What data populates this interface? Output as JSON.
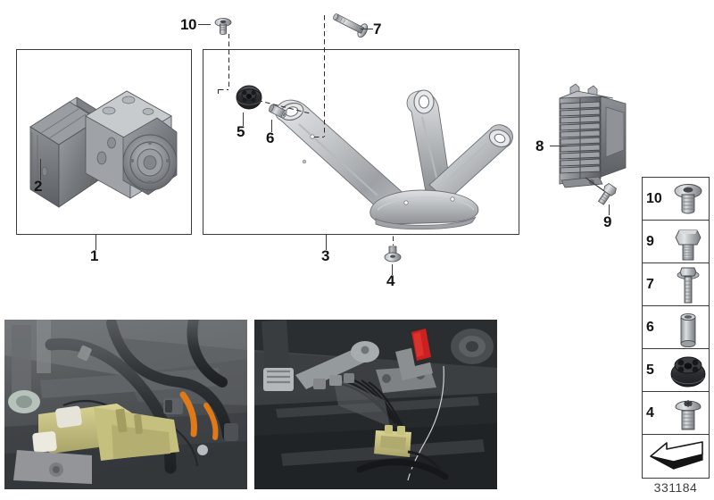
{
  "document": {
    "type": "parts-exploded-diagram",
    "diagram_id": "331184",
    "background_color": "#ffffff",
    "line_color": "#3a3a3a"
  },
  "callouts": [
    {
      "id": "1",
      "label": "1",
      "refers_to": "hydraulic-unit-assembly-box"
    },
    {
      "id": "2",
      "label": "2",
      "refers_to": "abs-control-module"
    },
    {
      "id": "3",
      "label": "3",
      "refers_to": "mounting-bracket-box"
    },
    {
      "id": "4",
      "label": "4",
      "refers_to": "torx-pan-head-screw"
    },
    {
      "id": "5",
      "label": "5",
      "refers_to": "rubber-mount-grommet"
    },
    {
      "id": "6",
      "label": "6",
      "refers_to": "spacer-sleeve"
    },
    {
      "id": "7",
      "label": "7",
      "refers_to": "long-collar-bolt"
    },
    {
      "id": "8",
      "label": "8",
      "refers_to": "finned-control-module"
    },
    {
      "id": "9",
      "label": "9",
      "refers_to": "hex-flange-bolt"
    },
    {
      "id": "10",
      "label": "10",
      "refers_to": "countersunk-socket-bolt"
    }
  ],
  "legend": {
    "title": "",
    "id_text": "331184",
    "items": [
      {
        "number": "10",
        "icon": "countersunk-socket-bolt-icon"
      },
      {
        "number": "9",
        "icon": "hex-head-bolt-icon"
      },
      {
        "number": "7",
        "icon": "long-flange-bolt-icon"
      },
      {
        "number": "6",
        "icon": "spacer-sleeve-icon"
      },
      {
        "number": "5",
        "icon": "rubber-mount-icon"
      },
      {
        "number": "4",
        "icon": "torx-pan-screw-icon"
      },
      {
        "number": "",
        "icon": "direction-arrow-icon"
      }
    ]
  },
  "panels": {
    "box1": {
      "name": "hydraulic-unit-box",
      "callout": "1"
    },
    "box3": {
      "name": "bracket-box",
      "callout": "3"
    }
  },
  "photos": [
    {
      "name": "install-photo-engine-bay",
      "caption": ""
    },
    {
      "name": "install-photo-underbody",
      "caption": ""
    }
  ],
  "colors": {
    "line": "#3a3a3a",
    "text": "#141414",
    "metal_light": "#d2d4d6",
    "metal_mid": "#a8abae",
    "metal_dark": "#6f7276",
    "rubber": "#2e2e30",
    "photo_bg_dark": "#46494c",
    "photo_accent_yellow": "#c9c380",
    "photo_accent_orange": "#e07a18",
    "photo_accent_red": "#cc1f20",
    "id_text": "#3d3d3d"
  }
}
